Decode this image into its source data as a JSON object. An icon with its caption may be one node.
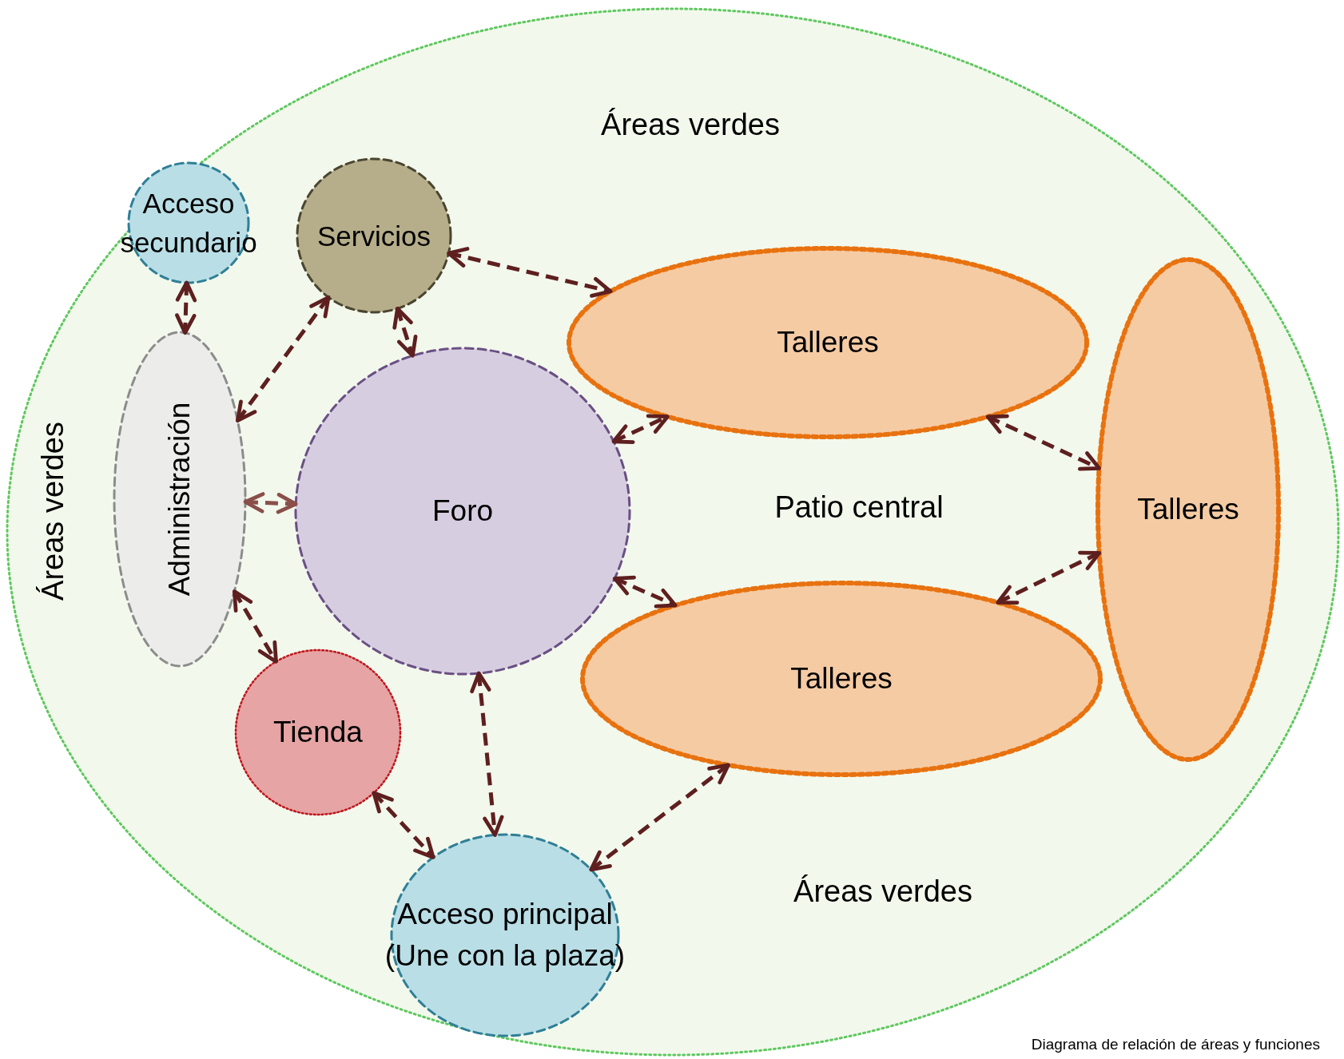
{
  "diagram": {
    "caption": "Diagrama de relación de áreas y funciones",
    "nodes": [
      {
        "text": [
          "Áreas verdes",
          "Áreas verdes",
          "Áreas verdes"
        ]
      },
      {
        "text": [
          "Acceso secundario"
        ],
        "in": 0
      },
      {
        "text": [
          "Servicios"
        ],
        "in": 0
      },
      {
        "text": [
          "Talleres"
        ],
        "in": 0
      },
      {
        "text": [
          "Administración"
        ],
        "in": 0
      },
      {
        "text": [
          "Foro"
        ],
        "in": 0
      },
      {
        "text": [
          "Talleres"
        ],
        "in": 0
      },
      {
        "text": [
          "Talleres"
        ],
        "in": 0
      },
      {
        "text": [
          "Tienda"
        ],
        "in": 0
      },
      {
        "text": [
          "Acceso principal (Une con la plaza)"
        ],
        "in": 0
      }
    ],
    "edges": [
      {
        "from": 1,
        "to": 4,
        "arrow": "both",
        "style": "dashed"
      },
      {
        "from": 4,
        "to": 2,
        "arrow": "both",
        "style": "dashed"
      },
      {
        "from": 2,
        "to": 5,
        "arrow": "both",
        "style": "dashed"
      },
      {
        "from": 2,
        "to": 3,
        "arrow": "both",
        "style": "dashed"
      },
      {
        "from": 4,
        "to": 5,
        "arrow": "both",
        "style": "dashed",
        "color": "#8a4f4a"
      },
      {
        "from": 4,
        "to": 8,
        "arrow": "both",
        "style": "dashed"
      },
      {
        "from": 8,
        "to": 9,
        "arrow": "both",
        "style": "dashed"
      },
      {
        "from": 5,
        "to": 9,
        "arrow": "both",
        "style": "dashed"
      },
      {
        "from": 9,
        "to": 7,
        "arrow": "both",
        "style": "dashed"
      },
      {
        "from": 5,
        "to": 3,
        "arrow": "both",
        "style": "dashed"
      },
      {
        "from": 5,
        "to": 7,
        "arrow": "both",
        "style": "dashed"
      },
      {
        "from": 3,
        "to": 6,
        "arrow": "both",
        "style": "dashed"
      },
      {
        "from": 6,
        "to": 7,
        "arrow": "both",
        "style": "dashed"
      }
    ],
    "labels": [
      "Patio central"
    ]
  }
}
